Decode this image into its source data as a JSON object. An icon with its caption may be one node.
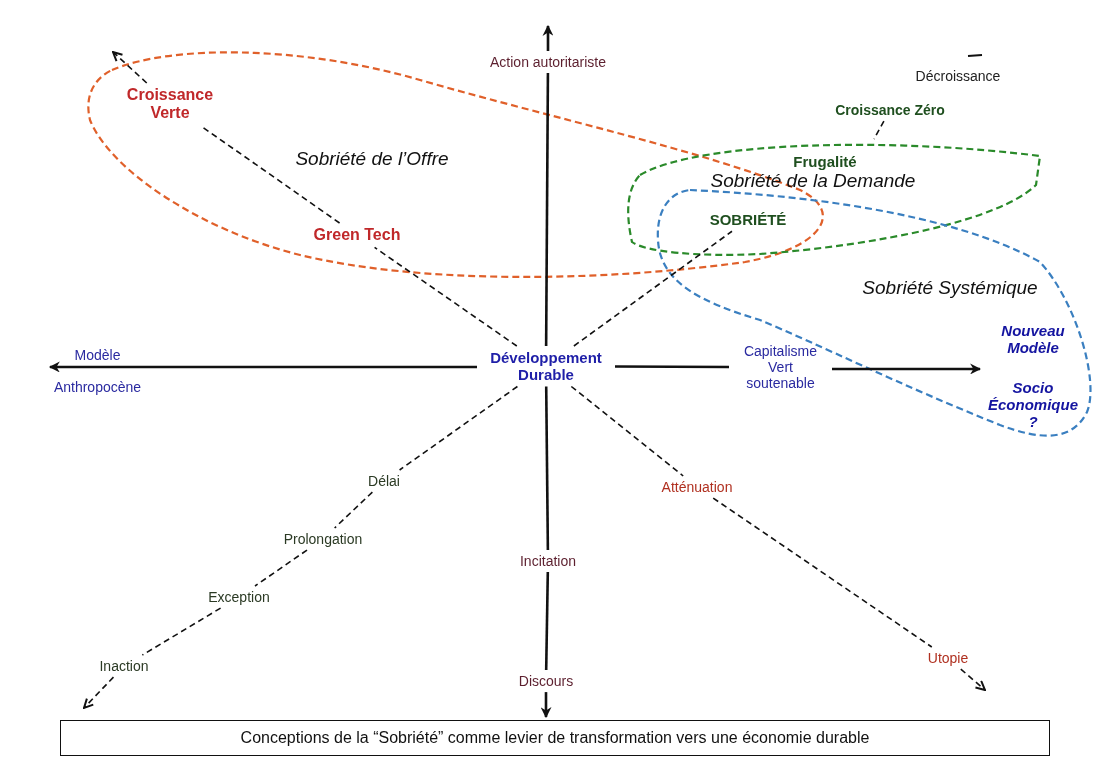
{
  "diagram": {
    "caption": "Conceptions de la “Sobriété” comme levier de transformation vers une économie durable",
    "nodes": [
      {
        "text": [
          "Développement Durable"
        ]
      },
      {
        "text": [
          "Action autoritariste"
        ]
      },
      {
        "text": [
          "Incitation"
        ]
      },
      {
        "text": [
          "Discours"
        ]
      },
      {
        "text": [
          "Capitalisme Vert soutenable"
        ]
      },
      {
        "text": [
          "Modèle",
          "Anthropocène"
        ]
      },
      {
        "text": [
          "Sobriété de l’Offre"
        ]
      },
      {
        "text": [
          "Croissance Verte"
        ]
      },
      {
        "text": [
          "Green Tech"
        ]
      },
      {
        "text": [
          "Sobriété de la Demande"
        ]
      },
      {
        "text": [
          "Frugalité"
        ]
      },
      {
        "text": [
          "SOBRIÉTÉ"
        ]
      },
      {
        "text": [
          "Sobriété Systémique"
        ]
      },
      {
        "text": [
          "Nouveau Modèle",
          "Socio Économique ?"
        ]
      },
      {
        "text": [
          "Décroissance"
        ]
      },
      {
        "text": [
          "Croissance Zéro"
        ]
      },
      {
        "text": [
          "Délai"
        ]
      },
      {
        "text": [
          "Prolongation"
        ]
      },
      {
        "text": [
          "Exception"
        ]
      },
      {
        "text": [
          "Inaction"
        ]
      },
      {
        "text": [
          "Atténuation"
        ]
      },
      {
        "text": [
          "Utopie"
        ]
      }
    ],
    "edges": [
      {
        "from": 0,
        "to": 1,
        "arrow": "none"
      },
      {
        "from": 1,
        "to": null,
        "arrow": "to"
      },
      {
        "from": 0,
        "to": 2,
        "arrow": "none"
      },
      {
        "from": 2,
        "to": 3,
        "arrow": "none"
      },
      {
        "from": 3,
        "to": null,
        "arrow": "to"
      },
      {
        "from": 0,
        "to": 5,
        "arrow": "to"
      },
      {
        "from": 0,
        "to": 4,
        "arrow": "none"
      },
      {
        "from": 4,
        "to": 13,
        "arrow": "to"
      },
      {
        "from": 0,
        "to": 8,
        "arrow": "none",
        "style": "dashed"
      },
      {
        "from": 8,
        "to": 7,
        "arrow": "none",
        "style": "dashed"
      },
      {
        "from": 7,
        "to": null,
        "arrow": "to",
        "style": "dashed"
      },
      {
        "from": 0,
        "to": 11,
        "arrow": "none",
        "style": "dashed"
      },
      {
        "from": 15,
        "to": null,
        "arrow": "none",
        "style": "dashed"
      },
      {
        "from": 0,
        "to": 16,
        "arrow": "none",
        "style": "dashed"
      },
      {
        "from": 16,
        "to": 17,
        "arrow": "none",
        "style": "dashed"
      },
      {
        "from": 17,
        "to": 18,
        "arrow": "none",
        "style": "dashed"
      },
      {
        "from": 18,
        "to": 19,
        "arrow": "none",
        "style": "dashed"
      },
      {
        "from": 19,
        "to": null,
        "arrow": "to",
        "style": "dashed"
      },
      {
        "from": 0,
        "to": 20,
        "arrow": "none",
        "style": "dashed"
      },
      {
        "from": 20,
        "to": 21,
        "arrow": "none",
        "style": "dashed"
      },
      {
        "from": 21,
        "to": null,
        "arrow": "to",
        "style": "dashed"
      }
    ]
  }
}
